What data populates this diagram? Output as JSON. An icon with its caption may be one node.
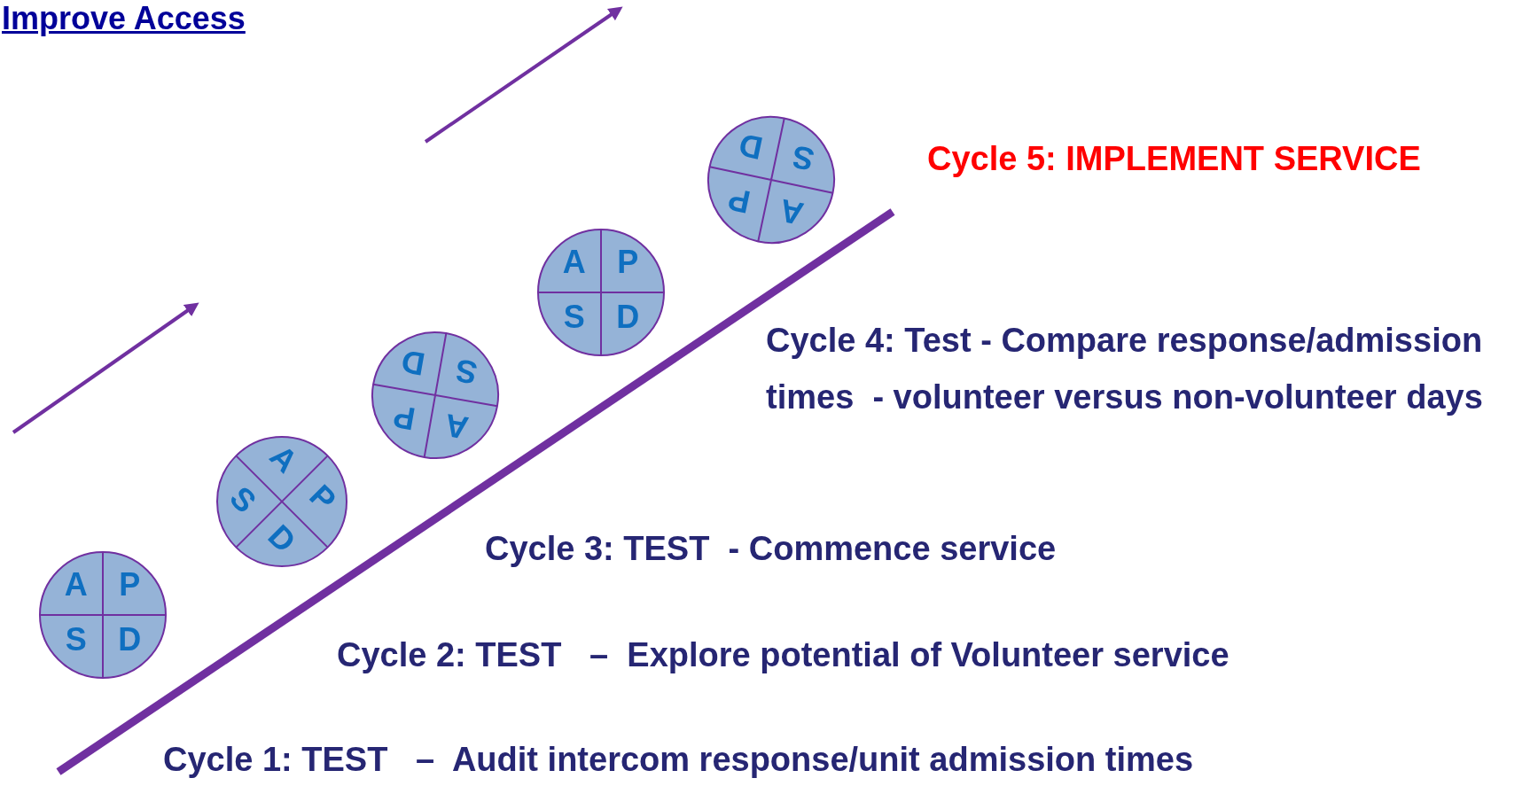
{
  "diagram": {
    "title": "Improve Access",
    "nodes": [
      {
        "text": [
          "A",
          "P",
          "S",
          "D"
        ]
      },
      {
        "text": [
          "A",
          "P",
          "S",
          "D"
        ]
      },
      {
        "text": [
          "A",
          "P",
          "S",
          "D"
        ]
      },
      {
        "text": [
          "A",
          "P",
          "S",
          "D"
        ]
      },
      {
        "text": [
          "A",
          "P",
          "S",
          "D"
        ]
      }
    ],
    "edges": [],
    "labels": [
      "Cycle 5: IMPLEMENT SERVICE",
      "Cycle 4: Test - Compare response/admission times  - volunteer versus non-volunteer days",
      "Cycle 3: TEST  - Commence service",
      "Cycle 2: TEST   –  Explore potential of Volunteer service",
      "Cycle 1: TEST   –  Audit intercom response/unit admission times"
    ]
  }
}
